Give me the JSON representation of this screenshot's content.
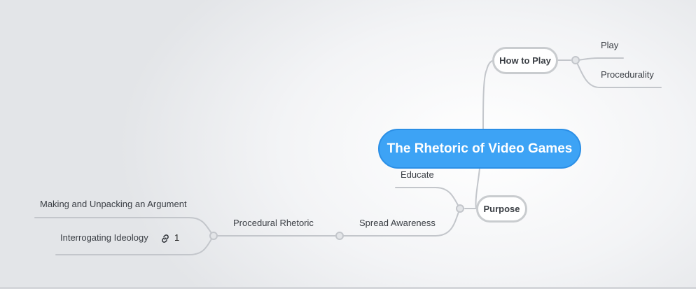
{
  "central": {
    "label": "The Rhetoric of Video Games"
  },
  "branches": {
    "how_to_play": {
      "label": "How to Play",
      "children": {
        "play": "Play",
        "procedurality": "Procedurality"
      }
    },
    "purpose": {
      "label": "Purpose",
      "children": {
        "educate": "Educate",
        "spread_awareness": "Spread Awareness"
      }
    },
    "spread_awareness": {
      "children": {
        "procedural_rhetoric": "Procedural Rhetoric"
      }
    },
    "procedural_rhetoric": {
      "children": {
        "making_argument": "Making and Unpacking an Argument",
        "interrogating_ideology": "Interrogating Ideology"
      }
    }
  },
  "attachments": {
    "interrogating_ideology_link_count": "1"
  },
  "icons": {
    "link": "link-icon"
  },
  "colors": {
    "central_fill": "#3da3f5",
    "node_border": "#c9cccf",
    "connector": "#c3c6cb",
    "text": "#3b3f45"
  }
}
